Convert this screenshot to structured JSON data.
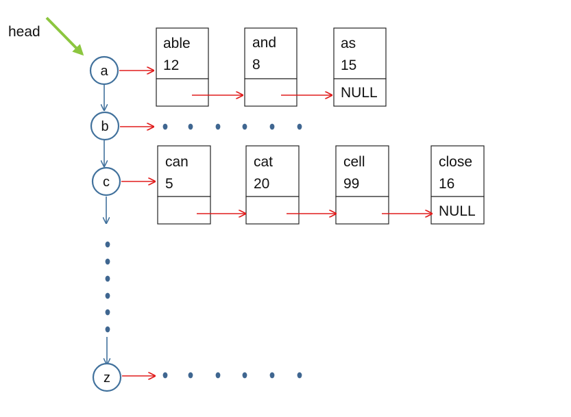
{
  "head_label": "head",
  "colors": {
    "head_arrow": "#8cc63f",
    "node_stroke": "#41719c",
    "red_arrow": "#e01b1b",
    "dots": "#3f6690",
    "box_stroke": "#222222"
  },
  "nodes": [
    "a",
    "b",
    "c",
    "z"
  ],
  "lists": {
    "a": [
      {
        "word": "able",
        "count": "12",
        "next": ""
      },
      {
        "word": "and",
        "count": "8",
        "next": ""
      },
      {
        "word": "as",
        "count": "15",
        "next": "NULL"
      }
    ],
    "c": [
      {
        "word": "can",
        "count": "5",
        "next": ""
      },
      {
        "word": "cat",
        "count": "20",
        "next": ""
      },
      {
        "word": "cell",
        "count": "99",
        "next": ""
      },
      {
        "word": "close",
        "count": "16",
        "next": "NULL"
      }
    ]
  }
}
